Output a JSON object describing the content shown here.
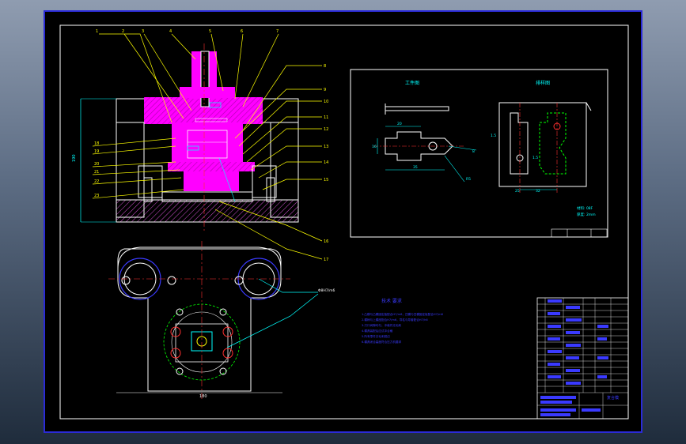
{
  "drawing": {
    "part_drawing_title": "工件图",
    "layout_title": "排样图",
    "tech_requirements_title": "技术 要求",
    "tech_requirements": [
      "1.凸模与凸模固定板配合H7/m6，凹模与凹模固定板配合H7/m6",
      "2.模柄与上模座配合H7/m6，导柱与导套配合H7/h6",
      "3.刃口间隙均匀，冲裁件无毛刺",
      "4.模具装配后应试冲合格",
      "5.所有零件去毛刺锐边",
      "6.模具闭合高度符合压力机要求"
    ],
    "callouts_top": [
      "1",
      "2",
      "3",
      "4",
      "5",
      "6",
      "7"
    ],
    "callouts_right": [
      "8",
      "9",
      "10",
      "11",
      "12",
      "13",
      "14",
      "15",
      "16",
      "17"
    ],
    "callouts_left": [
      "18",
      "19",
      "20",
      "21",
      "22",
      "23"
    ],
    "dim_bottom": "180",
    "dim_left_vertical": "190",
    "layout_dims": [
      "1.5",
      "1.5",
      "32",
      "25"
    ],
    "material_note": "材料: 08F",
    "thickness_note": "厚度: 2mm",
    "title_block_label": "复合模"
  },
  "colors": {
    "magenta": "#ff00ff",
    "yellow": "#ffff00",
    "cyan": "#00ffff",
    "white": "#ffffff",
    "red": "#ff3030",
    "blue": "#3a3aff",
    "green": "#00ff00",
    "purple_hatch": "#c040c0"
  }
}
